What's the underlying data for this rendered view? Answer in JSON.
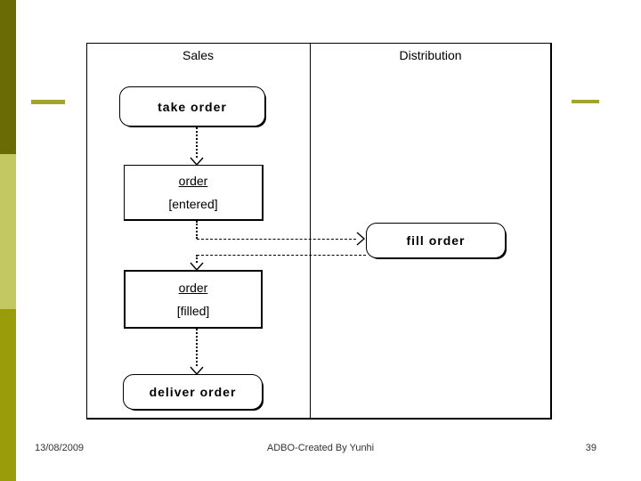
{
  "slide": {
    "accent_bar": {
      "top_color": "#6a6b05",
      "middle_color": "#c3c862",
      "bottom_color": "#9a9c0a"
    },
    "dash_color": "#a2a42c"
  },
  "diagram": {
    "lanes": [
      {
        "title": "Sales"
      },
      {
        "title": "Distribution"
      }
    ],
    "activities": [
      {
        "id": "take-order",
        "label": "take order"
      },
      {
        "id": "fill-order",
        "label": "fill order"
      },
      {
        "id": "deliver-order",
        "label": "deliver order"
      }
    ],
    "objects": [
      {
        "id": "order-entered",
        "name": "order",
        "state": "[entered]"
      },
      {
        "id": "order-filled",
        "name": "order",
        "state": "[filled]"
      }
    ],
    "line_color": "#000000"
  },
  "footer": {
    "date": "13/08/2009",
    "credit": "ADBO-Created By Yunhi",
    "page": "39"
  }
}
